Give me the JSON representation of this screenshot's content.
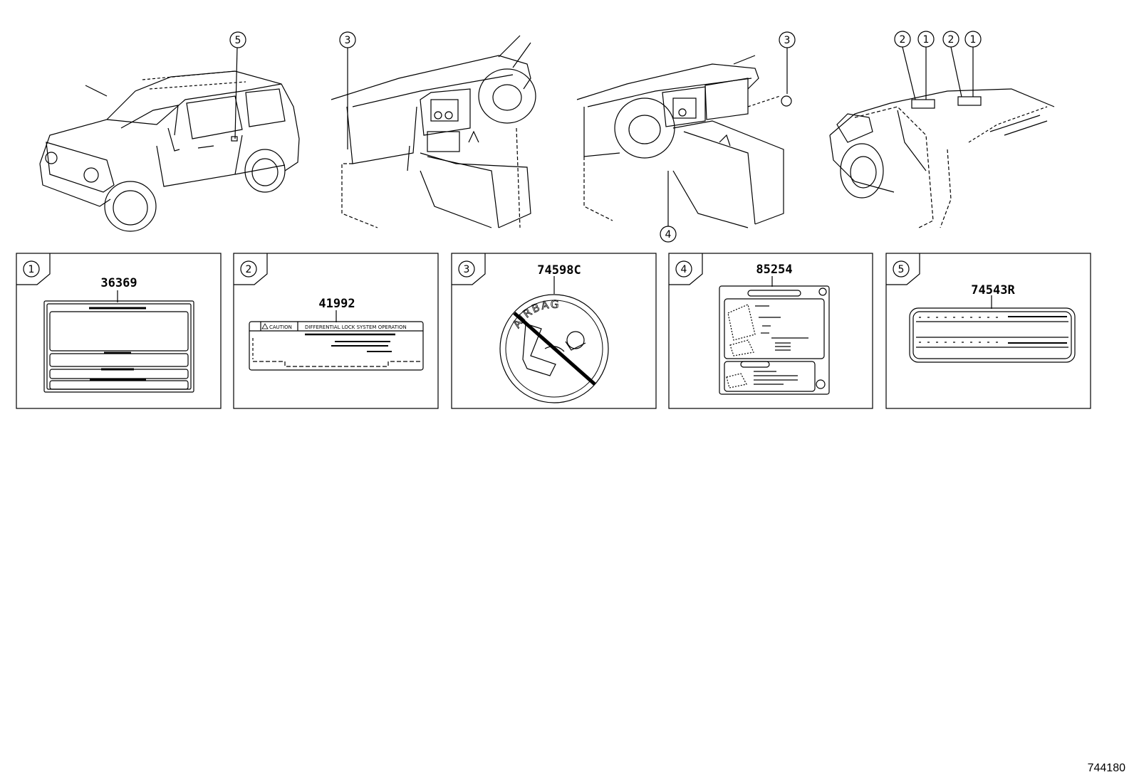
{
  "callouts_top": {
    "car_label": "5",
    "dash1_label": "3",
    "dash2_label_top": "3",
    "dash2_label_bottom": "4",
    "hood_labels": [
      "2",
      "1",
      "2",
      "1"
    ]
  },
  "panels": [
    {
      "index": "1",
      "part_number": "36369"
    },
    {
      "index": "2",
      "part_number": "41992",
      "caution_text": "CAUTION",
      "caution_subtext": "DIFFERENTIAL LOCK SYSTEM OPERATION"
    },
    {
      "index": "3",
      "part_number": "74598C",
      "airbag_text": "AIRBAG"
    },
    {
      "index": "4",
      "part_number": "85254"
    },
    {
      "index": "5",
      "part_number": "74543R"
    }
  ],
  "figure_id": "744180",
  "colors": {
    "line": "#000000",
    "background": "#ffffff"
  }
}
